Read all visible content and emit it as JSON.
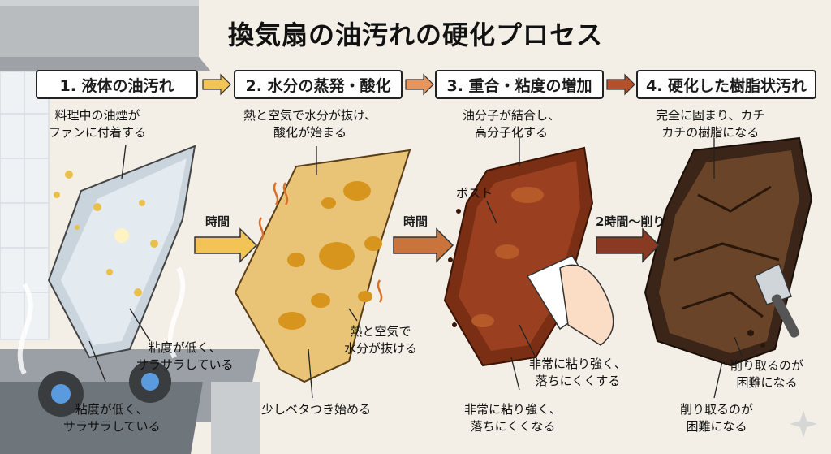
{
  "title": "換気扇の油汚れの硬化プロセス",
  "steps": [
    {
      "label": "1. 液体の油汚れ"
    },
    {
      "label": "2. 水分の蒸発・酸化"
    },
    {
      "label": "3. 重合・粘度の増加"
    },
    {
      "label": "4. 硬化した樹脂状汚れ"
    }
  ],
  "stage1": {
    "top_note": [
      "料理中の油煙が",
      "ファンに付着する"
    ],
    "mid_note": [
      "粘度が低く、",
      "サラサラしている"
    ],
    "bottom_note": [
      "粘度が低く、",
      "サラサラしている"
    ]
  },
  "stage2": {
    "top_note": [
      "熱と空気で水分が抜け、",
      "酸化が始まる"
    ],
    "mid_note": [
      "熱と空気で",
      "水分が抜ける"
    ],
    "bottom_note": "少しベタつき始める"
  },
  "stage3": {
    "top_note": [
      "油分子が結合し、",
      "高分子化する"
    ],
    "callout": "ボスト",
    "mid_note": [
      "非常に粘り強く、",
      "落ちにくくする"
    ],
    "bottom_note": [
      "非常に粘り強く、",
      "落ちにくくなる"
    ]
  },
  "stage4": {
    "top_note": [
      "完全に固まり、カチ",
      "カチの樹脂になる"
    ],
    "mid_note": [
      "削り取るのが",
      "困難になる"
    ],
    "bottom_note": [
      "削り取るのが",
      "困難になる"
    ]
  },
  "transitions": [
    {
      "label": "時間"
    },
    {
      "label": "時間"
    },
    {
      "label": "2時間〜削り"
    }
  ],
  "colors": {
    "arrow1": "#f2c456",
    "arrow2": "#c8743c",
    "arrow3": "#8a3a22"
  }
}
